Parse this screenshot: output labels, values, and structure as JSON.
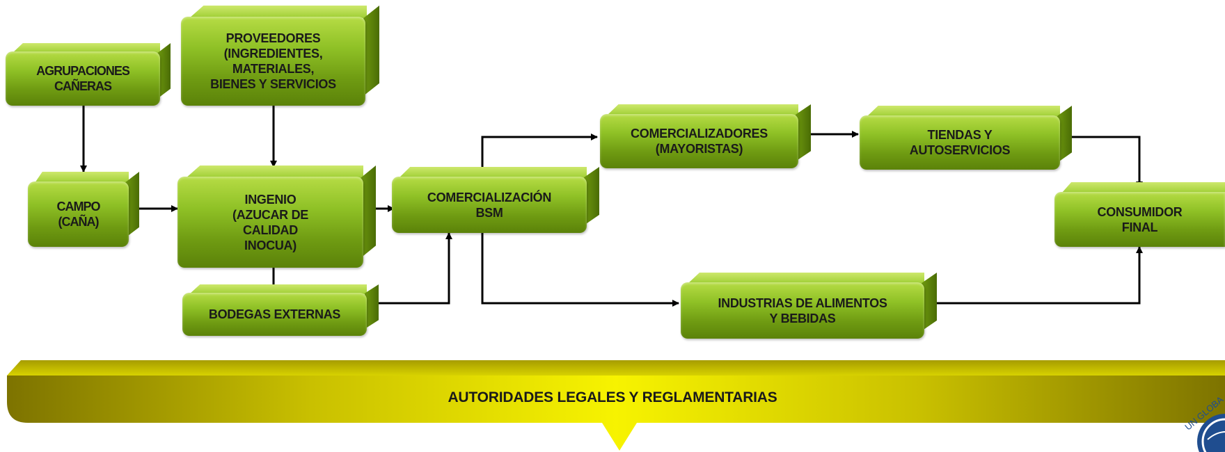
{
  "nodes": {
    "agrupaciones": "AGRUPACIONES\nCAÑERAS",
    "proveedores": "PROVEEDORES\n(INGREDIENTES,\nMATERIALES,\nBIENES Y SERVICIOS",
    "campo": "CAMPO\n(CAÑA)",
    "ingenio": "INGENIO\n(AZUCAR DE\nCALIDAD\nINOCUA)",
    "bodegas": "BODEGAS EXTERNAS",
    "comercializacion": "COMERCIALIZACIÓN\nBSM",
    "comercializadores": "COMERCIALIZADORES\n(MAYORISTAS)",
    "tiendas": "TIENDAS Y\nAUTOSERVICIOS",
    "consumidor": "CONSUMIDOR\nFINAL",
    "industrias": "INDUSTRIAS DE ALIMENTOS\nY BEBIDAS"
  },
  "banner": {
    "text": "AUTORIDADES LEGALES Y REGLAMENTARIAS"
  },
  "logo": {
    "text": "UN GLOBA"
  },
  "colors": {
    "box_light": "#b6dc45",
    "box_dark": "#5b8209",
    "banner_light": "#f4f000",
    "banner_dark": "#8a7f00",
    "arrow": "#000000"
  }
}
